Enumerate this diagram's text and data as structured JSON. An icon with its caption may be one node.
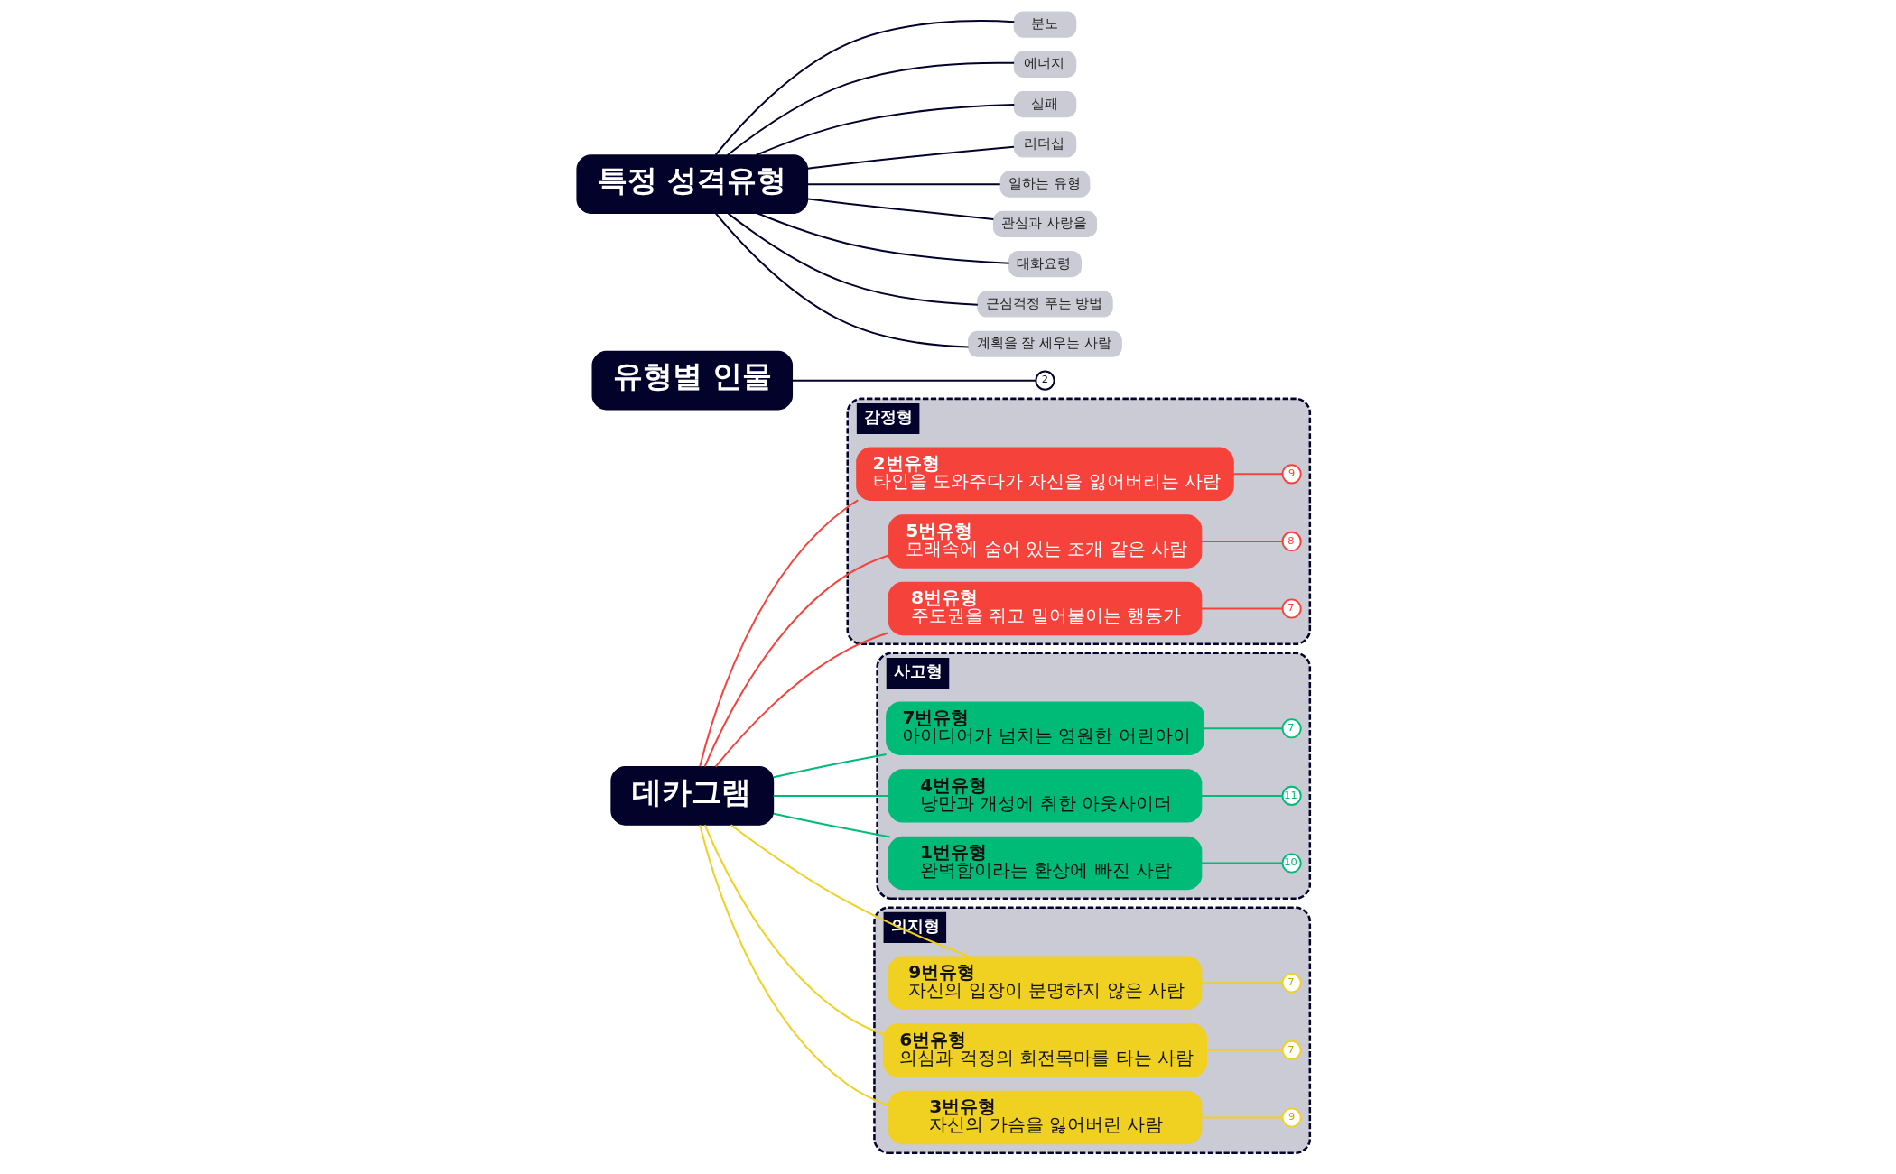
{
  "diagram": {
    "nodes": [
      {
        "text": [
          "데카그램"
        ]
      },
      {
        "text": [
          "감정형"
        ]
      },
      {
        "text": [
          "2번유형",
          "타인을 도와주다가 자신을 잃어버리는 사람"
        ],
        "in": 1
      },
      {
        "text": [
          "9"
        ],
        "in": 1
      },
      {
        "text": [
          "5번유형",
          "모래속에 숨어 있는 조개 같은 사람"
        ],
        "in": 1
      },
      {
        "text": [
          "8"
        ],
        "in": 1
      },
      {
        "text": [
          "8번유형",
          "주도권을 쥐고 밀어붙이는 행동가"
        ],
        "in": 1
      },
      {
        "text": [
          "7"
        ],
        "in": 1
      },
      {
        "text": [
          "사고형"
        ]
      },
      {
        "text": [
          "7번유형",
          "아이디어가 넘치는 영원한 어린아이"
        ],
        "in": 8
      },
      {
        "text": [
          "7"
        ],
        "in": 8
      },
      {
        "text": [
          "4번유형",
          "낭만과 개성에 취한 아웃사이더"
        ],
        "in": 8
      },
      {
        "text": [
          "11"
        ],
        "in": 8
      },
      {
        "text": [
          "1번유형",
          "완벽함이라는 환상에 빠진 사람"
        ],
        "in": 8
      },
      {
        "text": [
          "10"
        ],
        "in": 8
      },
      {
        "text": [
          "의지형"
        ]
      },
      {
        "text": [
          "9번유형",
          "자신의 입장이 분명하지 않은 사람"
        ],
        "in": 15
      },
      {
        "text": [
          "7"
        ],
        "in": 15
      },
      {
        "text": [
          "6번유형",
          "의심과 걱정의 회전목마를 타는 사람"
        ],
        "in": 15
      },
      {
        "text": [
          "7"
        ],
        "in": 15
      },
      {
        "text": [
          "3번유형",
          "자신의 가슴을 잃어버린 사람"
        ],
        "in": 15
      },
      {
        "text": [
          "9"
        ],
        "in": 15
      },
      {
        "text": [
          "유형별 인물"
        ]
      },
      {
        "text": [
          "2"
        ]
      },
      {
        "text": [
          "특정 성격유형"
        ]
      },
      {
        "text": [
          "분노"
        ]
      },
      {
        "text": [
          "에너지"
        ]
      },
      {
        "text": [
          "실패"
        ]
      },
      {
        "text": [
          "리더십"
        ]
      },
      {
        "text": [
          "일하는 유형"
        ]
      },
      {
        "text": [
          "관심과 사랑을"
        ]
      },
      {
        "text": [
          "대화요령"
        ]
      },
      {
        "text": [
          "근심걱정 푸는 방법"
        ]
      },
      {
        "text": [
          "계획을 잘 세우는 사람"
        ]
      }
    ],
    "edges": [
      {
        "from": 0,
        "to": 2,
        "arrow": "none",
        "color": "#f5433b"
      },
      {
        "from": 0,
        "to": 4,
        "arrow": "none",
        "color": "#f5433b"
      },
      {
        "from": 0,
        "to": 6,
        "arrow": "none",
        "color": "#f5433b"
      },
      {
        "from": 0,
        "to": 9,
        "arrow": "none",
        "color": "#00bb77"
      },
      {
        "from": 0,
        "to": 11,
        "arrow": "none",
        "color": "#00bb77"
      },
      {
        "from": 0,
        "to": 13,
        "arrow": "none",
        "color": "#00bb77"
      },
      {
        "from": 0,
        "to": 16,
        "arrow": "none",
        "color": "#f0d020"
      },
      {
        "from": 0,
        "to": 18,
        "arrow": "none",
        "color": "#f0d020"
      },
      {
        "from": 0,
        "to": 20,
        "arrow": "none",
        "color": "#f0d020"
      },
      {
        "from": 2,
        "to": 3,
        "arrow": "none",
        "color": "#f5433b"
      },
      {
        "from": 4,
        "to": 5,
        "arrow": "none",
        "color": "#f5433b"
      },
      {
        "from": 6,
        "to": 7,
        "arrow": "none",
        "color": "#f5433b"
      },
      {
        "from": 9,
        "to": 10,
        "arrow": "none",
        "color": "#00bb77"
      },
      {
        "from": 11,
        "to": 12,
        "arrow": "none",
        "color": "#00bb77"
      },
      {
        "from": 13,
        "to": 14,
        "arrow": "none",
        "color": "#00bb77"
      },
      {
        "from": 16,
        "to": 17,
        "arrow": "none",
        "color": "#f0d020"
      },
      {
        "from": 18,
        "to": 19,
        "arrow": "none",
        "color": "#f0d020"
      },
      {
        "from": 20,
        "to": 21,
        "arrow": "none",
        "color": "#f0d020"
      },
      {
        "from": 22,
        "to": 23,
        "arrow": "none"
      },
      {
        "from": 24,
        "to": 25,
        "arrow": "none"
      },
      {
        "from": 24,
        "to": 26,
        "arrow": "none"
      },
      {
        "from": 24,
        "to": 27,
        "arrow": "none"
      },
      {
        "from": 24,
        "to": 28,
        "arrow": "none"
      },
      {
        "from": 24,
        "to": 29,
        "arrow": "none"
      },
      {
        "from": 24,
        "to": 30,
        "arrow": "none"
      },
      {
        "from": 24,
        "to": 31,
        "arrow": "none"
      },
      {
        "from": 24,
        "to": 32,
        "arrow": "none"
      },
      {
        "from": 24,
        "to": 33,
        "arrow": "none"
      }
    ]
  }
}
